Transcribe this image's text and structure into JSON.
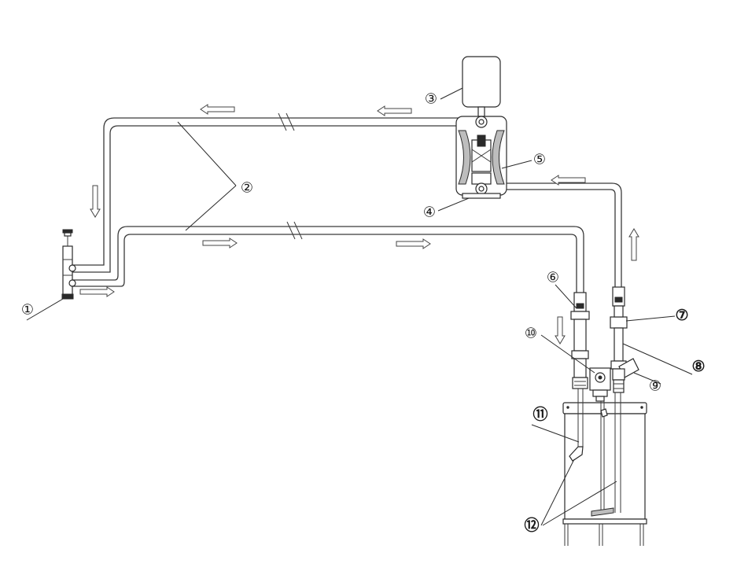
{
  "callouts": {
    "c1": "①",
    "c2": "②",
    "c3": "③",
    "c4": "④",
    "c5": "⑤",
    "c6": "⑥",
    "c7": "⑦",
    "c8": "⑧",
    "c9": "⑨",
    "c10": "⑩",
    "c11": "⑪",
    "c12": "⑫"
  },
  "colors": {
    "line": "#3a3a3a",
    "background": "#ffffff",
    "fill_gray": "#bdbdbd"
  }
}
